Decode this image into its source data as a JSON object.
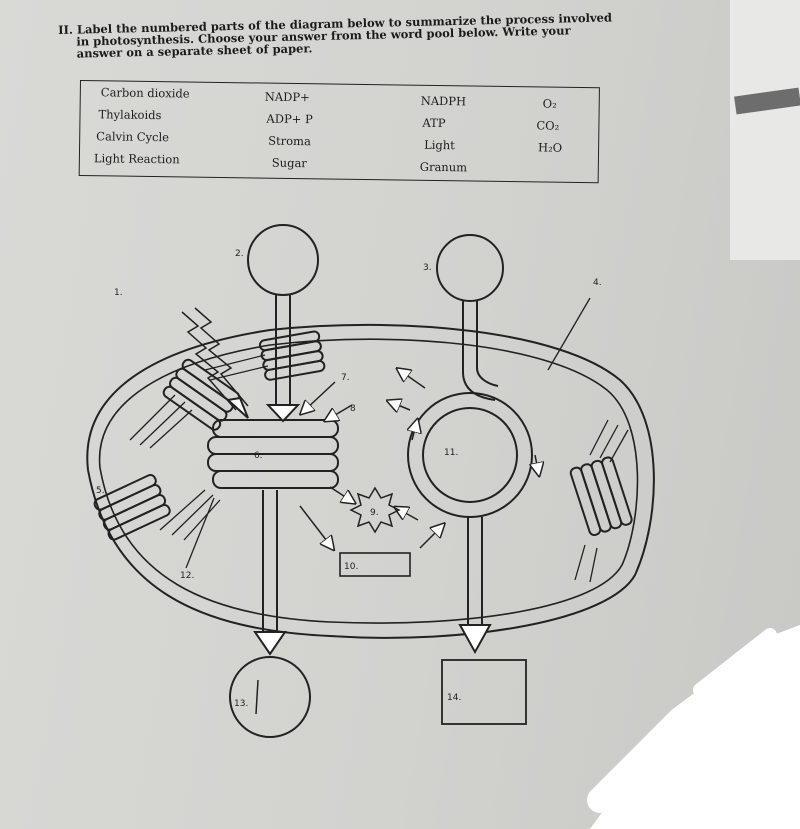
{
  "instructions": {
    "line1": "II. Label the numbered parts of the diagram below to summarize the process involved",
    "line2": "in photosynthesis. Choose your answer from the word pool below. Write your",
    "line3": "answer on a separate sheet of paper."
  },
  "word_pool": {
    "col1": [
      "Carbon dioxide",
      "Thylakoids",
      "Calvin Cycle",
      "Light Reaction"
    ],
    "col2": [
      "NADP+",
      "ADP+ P",
      "Stroma",
      "Sugar"
    ],
    "col3": [
      "NADPH",
      "ATP",
      "Light",
      "Granum"
    ],
    "col4": [
      "O₂",
      "CO₂",
      "H₂O"
    ]
  },
  "diagram_labels": {
    "n1": "1.",
    "n2": "2.",
    "n3": "3.",
    "n4": "4.",
    "n5": "5.",
    "n6": "6.",
    "n7": "7.",
    "n8": "8",
    "n9": "9.",
    "n10": "10.",
    "n11": "11.",
    "n12": "12.",
    "n13": "13.",
    "n14": "14."
  },
  "colors": {
    "paper": "#d6d6d3",
    "ink": "#222222",
    "background": "#6b6b6b",
    "scribble": "#ffffff"
  }
}
